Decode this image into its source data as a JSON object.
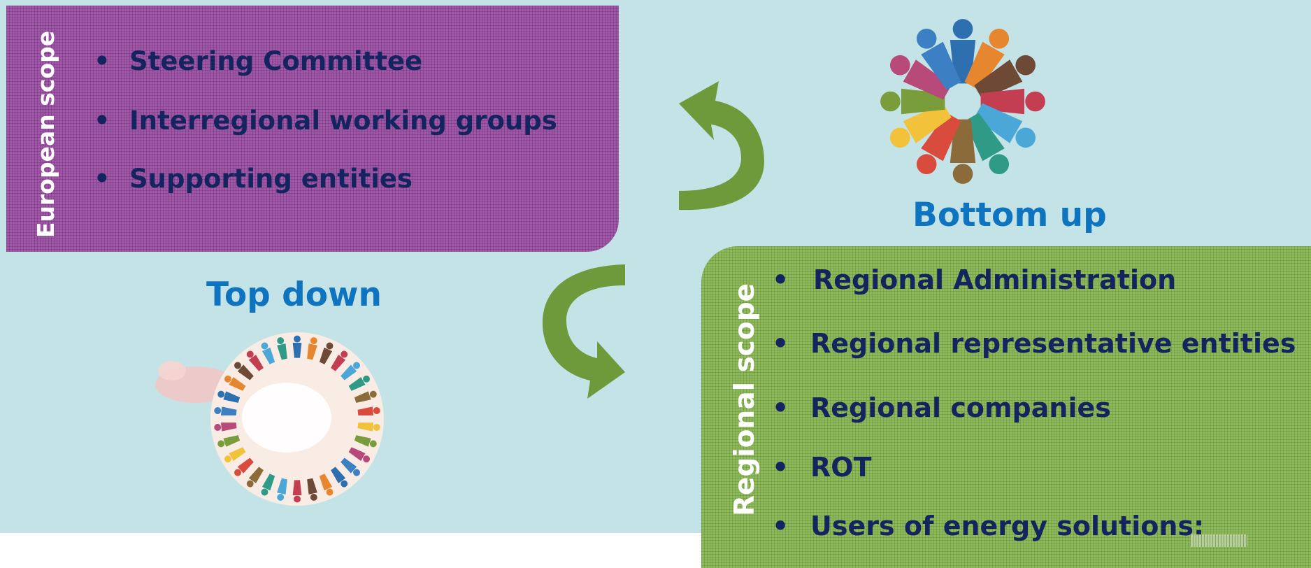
{
  "european_scope": {
    "label": "European scope",
    "items": [
      "Steering Committee",
      "Interregional working groups",
      "Supporting entities"
    ]
  },
  "regional_scope": {
    "label": "Regional scope",
    "items": [
      "Regional Administration",
      "Regional representative entities",
      "Regional companies",
      "ROT",
      "Users of energy solutions:"
    ]
  },
  "bullet": "•",
  "headings": {
    "bottom_up": "Bottom up",
    "top_down": "Top down"
  },
  "colors": {
    "background": "#c3e3e7",
    "european_panel": "#a057a8",
    "regional_panel": "#8fba5a",
    "item_text": "#13245e",
    "heading_text": "#0e74c0",
    "arrow": "#6f9a3c"
  },
  "icons": {
    "people_circle": "people-circle-illustration",
    "people_globe": "people-around-globe-illustration",
    "arrow_up": "curved-arrow-up-icon",
    "arrow_down": "curved-arrow-down-icon"
  }
}
